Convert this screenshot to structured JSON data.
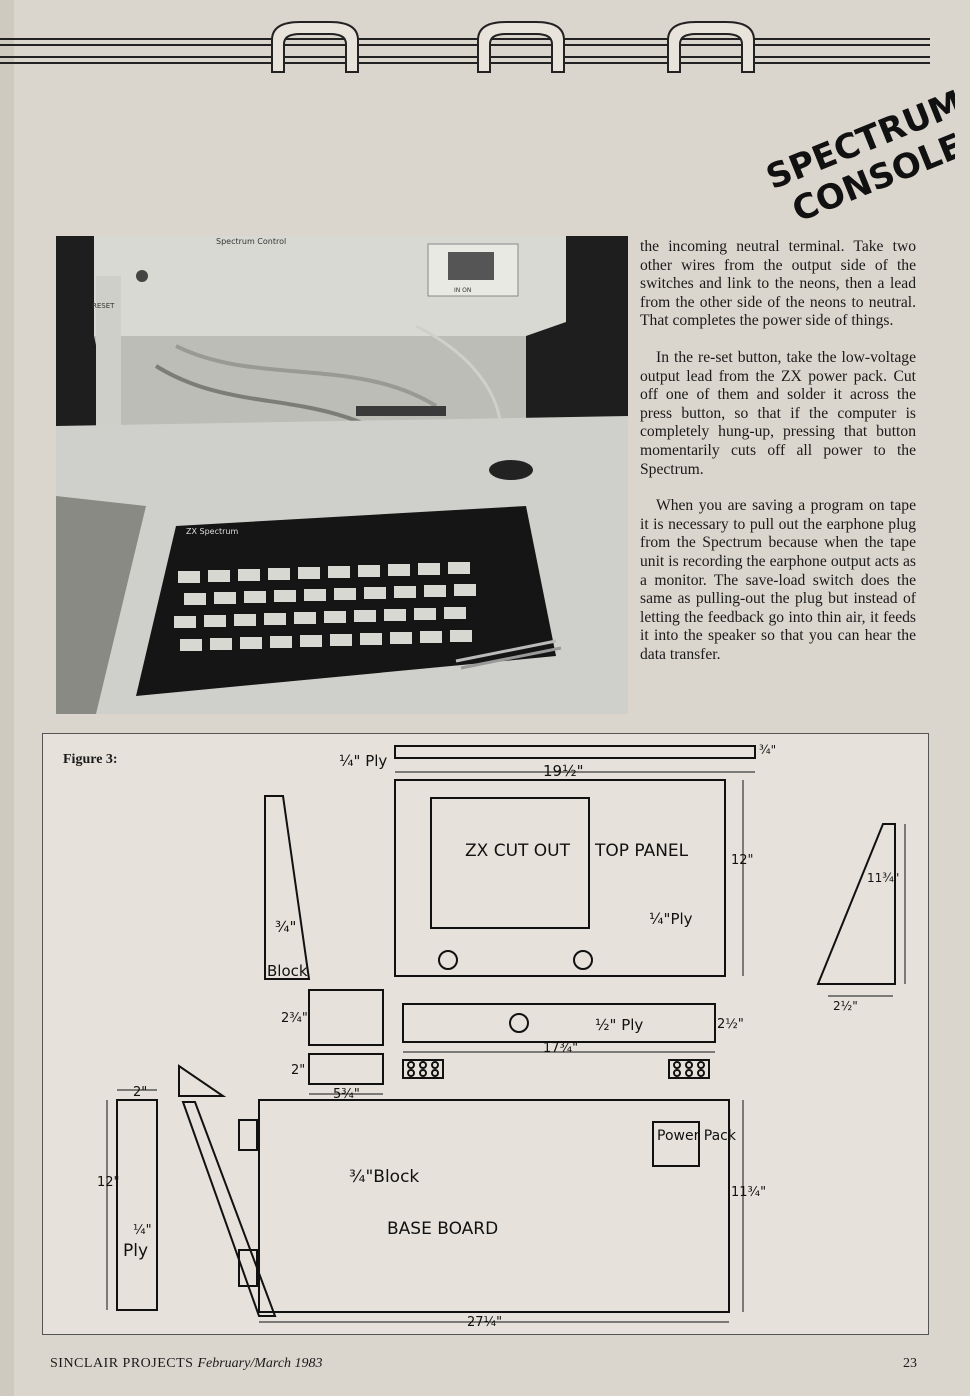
{
  "header": {
    "title_line1": "SPECTRUM",
    "title_line2": "CONSOLE"
  },
  "article": {
    "paragraphs": [
      "the incoming neutral terminal. Take two other wires from the output side of the switches and link to the neons, then a lead from the other side of the neons to neutral. That completes the power side of things.",
      "In the re-set button, take the low-voltage output lead from the ZX power pack. Cut off one of them and solder it across the press button, so that if the computer is completely hung-up, pressing that button momentarily cuts off all power to the Spectrum.",
      "When you are saving a program on tape it is necessary to pull out the earphone plug from the Spectrum because when the tape unit is recording the earphone output acts as a monitor. The save-load switch does the same as pulling-out the plug but instead of letting the feedback go into thin air, it feeds it into the speaker so that you can hear the data transfer."
    ]
  },
  "photo": {
    "panel_label": "Spectrum Control",
    "reset_label": "RESET",
    "switch_labels": "IN   ON",
    "computer_label": "ZX Spectrum"
  },
  "figure": {
    "label": "Figure 3:",
    "dims": {
      "ply_quarter_top": "¼\" Ply",
      "three_quarter_right": "¾\"",
      "nineteen_half": "19½\"",
      "twelve": "12\"",
      "eleven_three_quarter_right": "11¾\"",
      "zx_cut_out": "ZX CUT OUT",
      "top_panel": "TOP PANEL",
      "quarter_ply_panel": "¼\"Ply",
      "three_quarter_block": "¾\"",
      "block": "Block",
      "two_half_right": "2½\"",
      "two_three_quarter": "2¾\"",
      "half_ply": "½\" Ply",
      "two_half_strip": "2½\"",
      "seventeen_three_quarter": "17¾\"",
      "two": "2\"",
      "five_three_quarter": "5¾\"",
      "two_top": "2\"",
      "twelve_left": "12\"",
      "quarter_ply_left": "¼\"",
      "ply_left": "Ply",
      "three_quarter_block_base": "¾\"Block",
      "base_board": "BASE BOARD",
      "power_pack": "Power Pack",
      "eleven_three_quarter_base": "11¾\"",
      "twenty_seven_quarter": "27¼\""
    }
  },
  "footer": {
    "publication": "SINCLAIR PROJECTS",
    "issue": "February/March 1983",
    "page_number": "23"
  }
}
